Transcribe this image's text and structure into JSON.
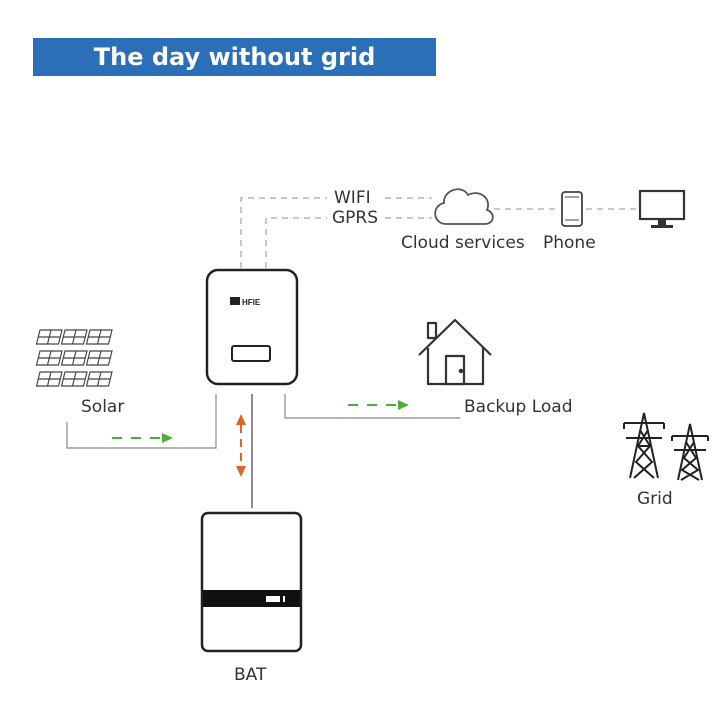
{
  "title": "The day without grid",
  "labels": {
    "wifi": "WIFI",
    "gprs": "GPRS",
    "cloud": "Cloud services",
    "phone": "Phone",
    "solar": "Solar",
    "backup_load": "Backup Load",
    "grid": "Grid",
    "battery": "BAT",
    "inverter_brand": "HFIE"
  },
  "colors": {
    "title_bg": "#2a6fb8",
    "flow_arrow": "#4caf3a",
    "battery_arrow": "#e0642a",
    "dashed_link": "#b5b5b5",
    "outline": "#333333"
  },
  "icons": [
    "solar-panel-icon",
    "inverter-icon",
    "cloud-icon",
    "phone-icon",
    "monitor-icon",
    "house-icon",
    "transmission-tower-icon",
    "battery-icon"
  ]
}
